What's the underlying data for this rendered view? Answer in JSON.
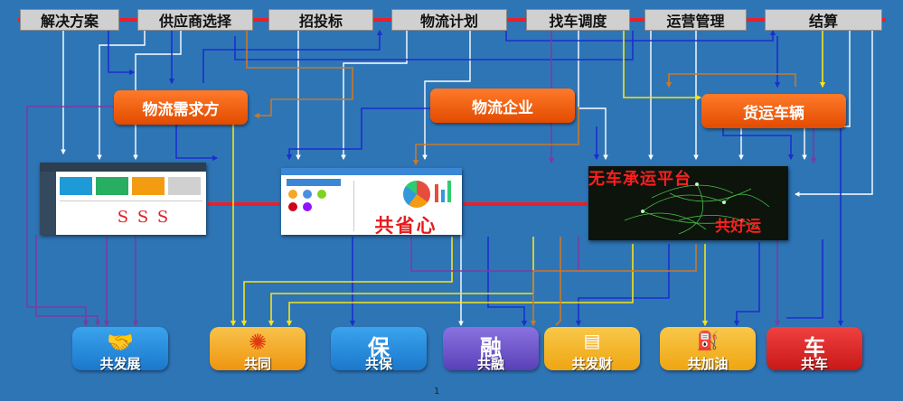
{
  "top_tabs": [
    {
      "label": "解决方案"
    },
    {
      "label": "供应商选择"
    },
    {
      "label": "招投标"
    },
    {
      "label": "物流计划"
    },
    {
      "label": "找车调度"
    },
    {
      "label": "运营管理"
    },
    {
      "label": "结算"
    }
  ],
  "hubs": {
    "demand": "物流需求方",
    "enterprise": "物流企业",
    "vehicle": "货运车辆"
  },
  "platforms": {
    "dashboard_mark": "S S S",
    "app_name": "共省心",
    "map_title": "无车承运平台",
    "map_brand": "共好运"
  },
  "services": [
    {
      "label": "共发展",
      "icon": "handshake-icon",
      "color": "#2a8fe0"
    },
    {
      "label": "共同",
      "icon": "compass-icon",
      "color": "#f0a020"
    },
    {
      "label": "共保",
      "icon": "shield-icon",
      "glyph": "保",
      "color": "#2a8fe0"
    },
    {
      "label": "共融",
      "icon": "merge-icon",
      "glyph": "融",
      "color": "#6b55c8"
    },
    {
      "label": "共发财",
      "icon": "abacus-icon",
      "color": "#f0b020"
    },
    {
      "label": "共加油",
      "icon": "fuel-pump-icon",
      "color": "#f0b020"
    },
    {
      "label": "共车",
      "icon": "truck-icon",
      "glyph": "车",
      "color": "#e02828"
    }
  ],
  "page_number": "1",
  "colors": {
    "background": "#2e75b6",
    "red": "#e8202a",
    "hub": "#ee5a10",
    "yellow": "#f6e31a",
    "navy": "#1a2fcf",
    "purple": "#7a3ca0",
    "brown": "#c77a2a"
  }
}
